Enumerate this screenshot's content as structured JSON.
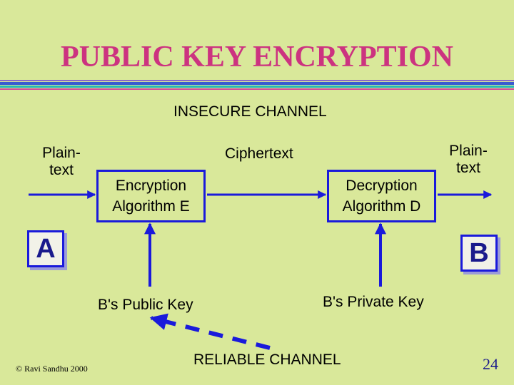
{
  "slide": {
    "title": "PUBLIC KEY ENCRYPTION",
    "page_number": "24",
    "copyright": "© Ravi Sandhu 2000"
  },
  "diagram": {
    "insecure_channel_label": "INSECURE CHANNEL",
    "reliable_channel_label": "RELIABLE CHANNEL",
    "plaintext_left": "Plain-\ntext",
    "plaintext_right": "Plain-\ntext",
    "ciphertext_label": "Ciphertext",
    "encryption_box": "Encryption\nAlgorithm E",
    "decryption_box": "Decryption\nAlgorithm D",
    "party_a": "A",
    "party_b": "B",
    "public_key_label": "B's Public Key",
    "private_key_label": "B's Private Key"
  },
  "colors": {
    "background": "#d9e89a",
    "title": "#cc3380",
    "box_border": "#1a1adb",
    "arrow": "#1a1adb"
  }
}
